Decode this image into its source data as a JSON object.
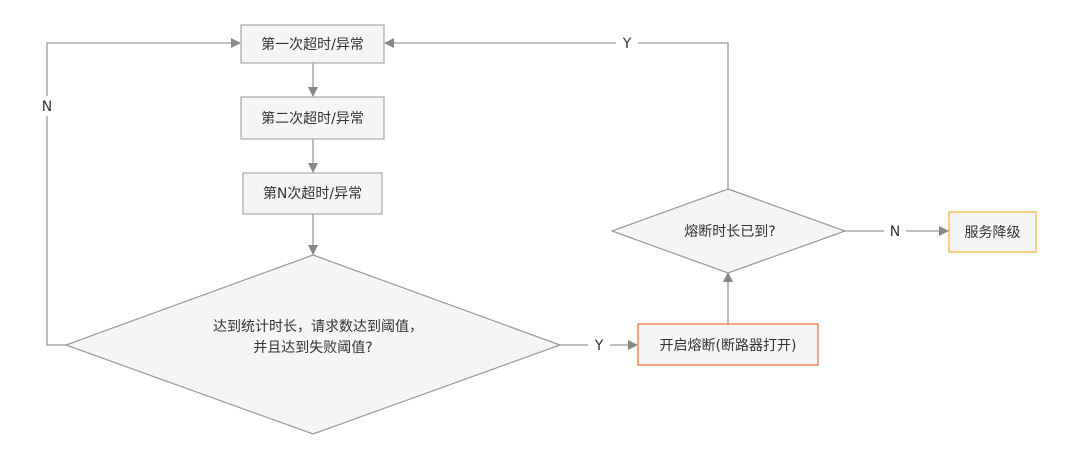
{
  "diagram": {
    "type": "flowchart",
    "colors": {
      "line": "#888888",
      "node_fill": "#f5f5f5",
      "node_stroke": "#a8a8a8",
      "breaker_stroke": "#f08050",
      "degrade_stroke": "#f2c24a",
      "text": "#333333"
    },
    "nodes": {
      "first_timeout": "第一次超时/异常",
      "second_timeout": "第二次超时/异常",
      "nth_timeout": "第N次超时/异常",
      "threshold_check_line1": "达到统计时长，请求数达到阈值，",
      "threshold_check_line2": "并且达到失败阈值?",
      "open_breaker": "开启熔断(断路器打开)",
      "duration_check": "熔断时长已到?",
      "service_degrade": "服务降级"
    },
    "edge_labels": {
      "threshold_no": "N",
      "threshold_yes": "Y",
      "duration_yes": "Y",
      "duration_no": "N"
    }
  }
}
